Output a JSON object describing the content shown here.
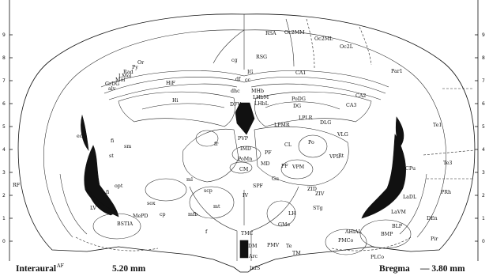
{
  "footer": {
    "interaural_label": "Interaural",
    "interaural_value": "5.20 mm",
    "bregma_label": "Bregma",
    "bregma_value": "— 3.80 mm"
  },
  "ticks": {
    "left": [
      "9",
      "8",
      "7",
      "6",
      "5",
      "4",
      "3",
      "2",
      "1",
      "0"
    ],
    "right": [
      "9",
      "8",
      "7",
      "6",
      "5",
      "4",
      "3",
      "2",
      "1",
      "0"
    ]
  },
  "labels": [
    {
      "id": "rsa",
      "text": "RSA"
    },
    {
      "id": "oc2mm",
      "text": "Oc2MM"
    },
    {
      "id": "oc2ml",
      "text": "Oc2ML"
    },
    {
      "id": "oc2l",
      "text": "Oc2L"
    },
    {
      "id": "rsg",
      "text": "RSG"
    },
    {
      "id": "par1",
      "text": "Par1"
    },
    {
      "id": "te1",
      "text": "Te1"
    },
    {
      "id": "te3",
      "text": "Te3"
    },
    {
      "id": "prh",
      "text": "PRh"
    },
    {
      "id": "ca1",
      "text": "CA1"
    },
    {
      "id": "ca2",
      "text": "CA2"
    },
    {
      "id": "ca3",
      "text": "CA3"
    },
    {
      "id": "podg",
      "text": "PoDG"
    },
    {
      "id": "dg",
      "text": "DG"
    },
    {
      "id": "ig",
      "text": "IG"
    },
    {
      "id": "cg",
      "text": "cg"
    },
    {
      "id": "cc",
      "text": "cc"
    },
    {
      "id": "df",
      "text": "df"
    },
    {
      "id": "dhc",
      "text": "dhc"
    },
    {
      "id": "hif",
      "text": "HiF"
    },
    {
      "id": "hi",
      "text": "Hi"
    },
    {
      "id": "or",
      "text": "Or"
    },
    {
      "id": "py",
      "text": "Py"
    },
    {
      "id": "rad",
      "text": "Rad"
    },
    {
      "id": "lmol",
      "text": "LMol"
    },
    {
      "id": "mol",
      "text": "Mol"
    },
    {
      "id": "grdg",
      "text": "GrDG"
    },
    {
      "id": "alv",
      "text": "alv"
    },
    {
      "id": "dfv",
      "text": "DFV"
    },
    {
      "id": "mhb",
      "text": "MHb"
    },
    {
      "id": "lhbm",
      "text": "LHbM"
    },
    {
      "id": "lhbl",
      "text": "LHbL"
    },
    {
      "id": "lpmr",
      "text": "LPMR"
    },
    {
      "id": "lplr",
      "text": "LPLR"
    },
    {
      "id": "dlg",
      "text": "DLG"
    },
    {
      "id": "vlg",
      "text": "VLG"
    },
    {
      "id": "po",
      "text": "Po"
    },
    {
      "id": "vpl",
      "text": "VPL"
    },
    {
      "id": "vpm",
      "text": "VPM"
    },
    {
      "id": "rt",
      "text": "Rt"
    },
    {
      "id": "cpu",
      "text": "CPu"
    },
    {
      "id": "ladl",
      "text": "LaDL"
    },
    {
      "id": "lavm",
      "text": "LaVM"
    },
    {
      "id": "blp",
      "text": "BLP"
    },
    {
      "id": "bmp",
      "text": "BMP"
    },
    {
      "id": "ahial",
      "text": "AHiAL"
    },
    {
      "id": "pmco",
      "text": "PMCo"
    },
    {
      "id": "plco",
      "text": "PLCo"
    },
    {
      "id": "den",
      "text": "DEn"
    },
    {
      "id": "pir",
      "text": "Pir"
    },
    {
      "id": "fr",
      "text": "fr"
    },
    {
      "id": "pvp",
      "text": "PVP"
    },
    {
      "id": "imd",
      "text": "IMD"
    },
    {
      "id": "pomn",
      "text": "PoMn"
    },
    {
      "id": "md",
      "text": "MD"
    },
    {
      "id": "pf",
      "text": "PF"
    },
    {
      "id": "pf2",
      "text": "PF"
    },
    {
      "id": "cl",
      "text": "CL"
    },
    {
      "id": "cm",
      "text": "CM"
    },
    {
      "id": "ml",
      "text": "ml"
    },
    {
      "id": "scp",
      "text": "scp"
    },
    {
      "id": "spf",
      "text": "SPF"
    },
    {
      "id": "gu",
      "text": "Gu"
    },
    {
      "id": "zid",
      "text": "ZID"
    },
    {
      "id": "ziv",
      "text": "ZIV"
    },
    {
      "id": "stg",
      "text": "STg"
    },
    {
      "id": "iv",
      "text": "IV"
    },
    {
      "id": "mt",
      "text": "mt"
    },
    {
      "id": "mfb",
      "text": "mfb"
    },
    {
      "id": "f",
      "text": "f"
    },
    {
      "id": "sox",
      "text": "sox"
    },
    {
      "id": "cp",
      "text": "cp"
    },
    {
      "id": "mepd",
      "text": "MePD"
    },
    {
      "id": "bstia",
      "text": "BSTIA"
    },
    {
      "id": "lv",
      "text": "LV"
    },
    {
      "id": "fi",
      "text": "fi"
    },
    {
      "id": "opt",
      "text": "opt"
    },
    {
      "id": "st",
      "text": "st"
    },
    {
      "id": "ec",
      "text": "ec"
    },
    {
      "id": "sm",
      "text": "sm"
    },
    {
      "id": "fi2",
      "text": "fi"
    },
    {
      "id": "lh",
      "text": "LH"
    },
    {
      "id": "gme",
      "text": "GMe"
    },
    {
      "id": "te",
      "text": "Te"
    },
    {
      "id": "tmc",
      "text": "TMC"
    },
    {
      "id": "dm",
      "text": "DM"
    },
    {
      "id": "arc",
      "text": "Arc"
    },
    {
      "id": "infs",
      "text": "InfS"
    },
    {
      "id": "pmv",
      "text": "PMV"
    },
    {
      "id": "tm",
      "text": "TM"
    },
    {
      "id": "rf",
      "text": "RF"
    },
    {
      "id": "af",
      "text": "AF"
    }
  ]
}
